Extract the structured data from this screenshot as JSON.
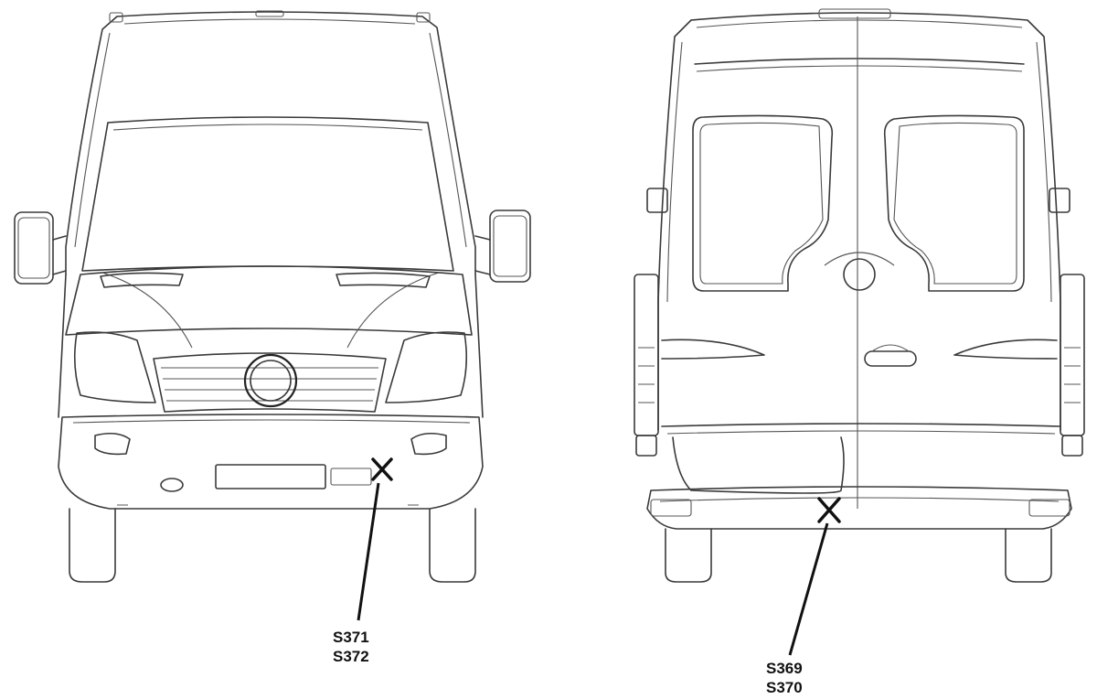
{
  "callouts": {
    "front": {
      "line1": "S371",
      "line2": "S372"
    },
    "rear": {
      "line1": "S369",
      "line2": "S370"
    }
  },
  "colors": {
    "line": "#3a3a3a",
    "callout": "#111111",
    "background": "#ffffff"
  }
}
